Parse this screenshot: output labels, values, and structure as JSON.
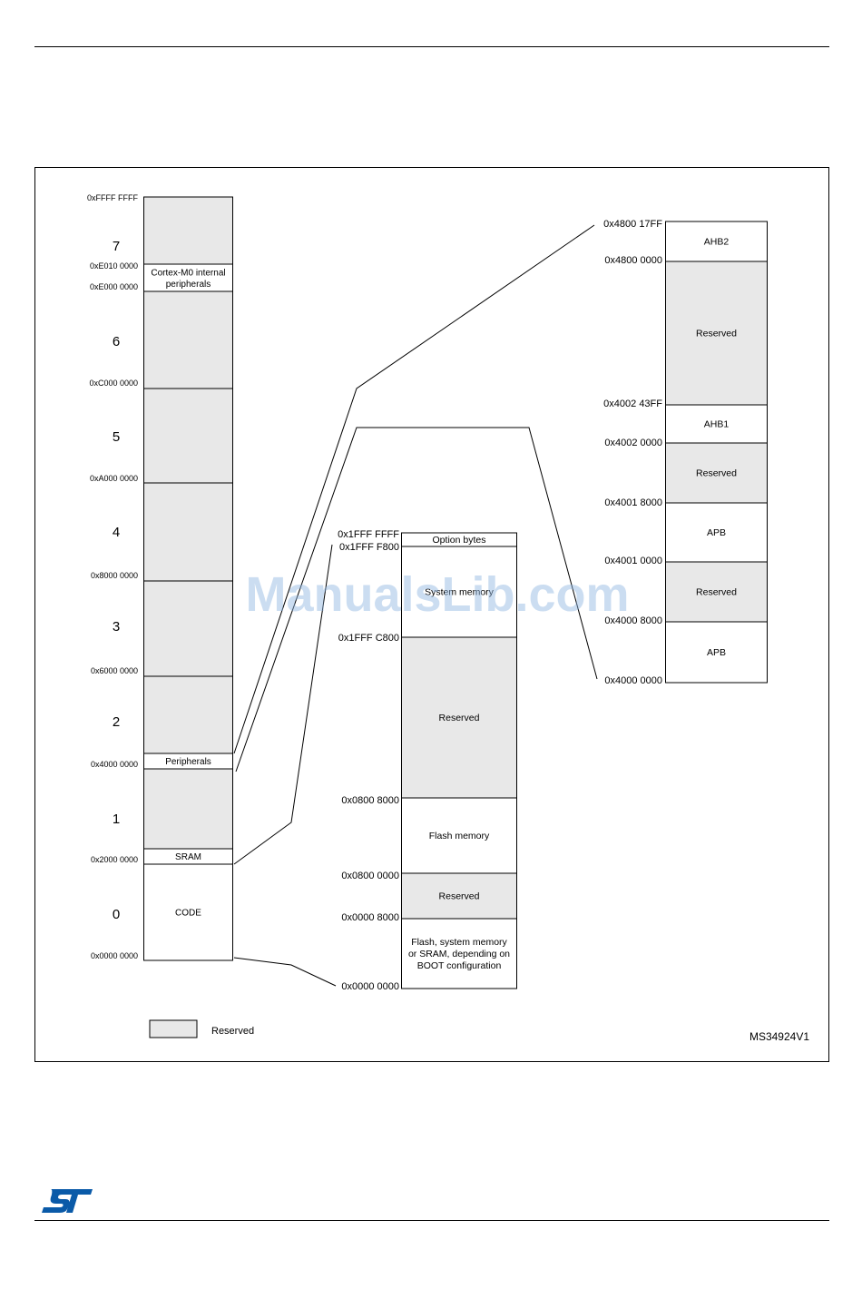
{
  "colors": {
    "reserved_fill": "#e8e8e8",
    "line": "#000000",
    "watermark": "#8cb4e1",
    "logo": "#0a5aa8"
  },
  "main_map": {
    "regions": [
      {
        "label": "",
        "reserved": true
      },
      {
        "label": "Cortex-M0 internal peripherals",
        "lines": [
          "Cortex-M0 internal",
          "peripherals"
        ],
        "reserved": false
      },
      {
        "label": "",
        "reserved": true
      },
      {
        "label": "",
        "reserved": true
      },
      {
        "label": "",
        "reserved": true
      },
      {
        "label": "",
        "reserved": true
      },
      {
        "label": "",
        "reserved": true
      },
      {
        "label": "Peripherals",
        "lines": [
          "Peripherals"
        ],
        "reserved": false
      },
      {
        "label": "",
        "reserved": true
      },
      {
        "label": "SRAM",
        "lines": [
          "SRAM"
        ],
        "reserved": false
      },
      {
        "label": "CODE",
        "lines": [
          "CODE"
        ],
        "reserved": false
      }
    ],
    "addresses": [
      "0xFFFF FFFF",
      "0xE010 0000",
      "0xE000 0000",
      "0xC000 0000",
      "0xA000 0000",
      "0x8000 0000",
      "0x6000 0000",
      "0x4000 0000",
      "0x2000 0000",
      "0x0000 0000"
    ],
    "blocks": [
      "7",
      "6",
      "5",
      "4",
      "3",
      "2",
      "1",
      "0"
    ]
  },
  "code_map": {
    "regions": [
      {
        "label": "Option bytes",
        "lines": [
          "Option bytes"
        ],
        "reserved": false
      },
      {
        "label": "System memory",
        "lines": [
          "System memory"
        ],
        "reserved": false
      },
      {
        "label": "Reserved",
        "lines": [
          "Reserved"
        ],
        "reserved": true
      },
      {
        "label": "Flash memory",
        "lines": [
          "Flash memory"
        ],
        "reserved": false
      },
      {
        "label": "Reserved",
        "lines": [
          "Reserved"
        ],
        "reserved": true
      },
      {
        "label": "Flash, system memory or SRAM, depending on BOOT configuration",
        "lines": [
          "Flash, system memory",
          "or SRAM, depending on",
          "BOOT configuration"
        ],
        "reserved": false
      }
    ],
    "addresses": [
      "0x1FFF FFFF",
      "0x1FFF F800",
      "0x1FFF C800",
      "0x0800 8000",
      "0x0800 0000",
      "0x0000 8000",
      "0x0000 0000"
    ]
  },
  "periph_map": {
    "regions": [
      {
        "label": "AHB2",
        "lines": [
          "AHB2"
        ],
        "reserved": false
      },
      {
        "label": "Reserved",
        "lines": [
          "Reserved"
        ],
        "reserved": true
      },
      {
        "label": "AHB1",
        "lines": [
          "AHB1"
        ],
        "reserved": false
      },
      {
        "label": "Reserved",
        "lines": [
          "Reserved"
        ],
        "reserved": true
      },
      {
        "label": "APB",
        "lines": [
          "APB"
        ],
        "reserved": false
      },
      {
        "label": "Reserved",
        "lines": [
          "Reserved"
        ],
        "reserved": true
      },
      {
        "label": "APB",
        "lines": [
          "APB"
        ],
        "reserved": false
      }
    ],
    "addresses": [
      "0x4800 17FF",
      "0x4800 0000",
      "0x4002 43FF",
      "0x4002 0000",
      "0x4001 8000",
      "0x4001 0000",
      "0x4000 8000",
      "0x4000 0000"
    ]
  },
  "legend": {
    "label": "Reserved"
  },
  "figure_id": "MS34924V1",
  "watermark": "ManualsLib.com",
  "logo": {
    "text": "ST"
  }
}
